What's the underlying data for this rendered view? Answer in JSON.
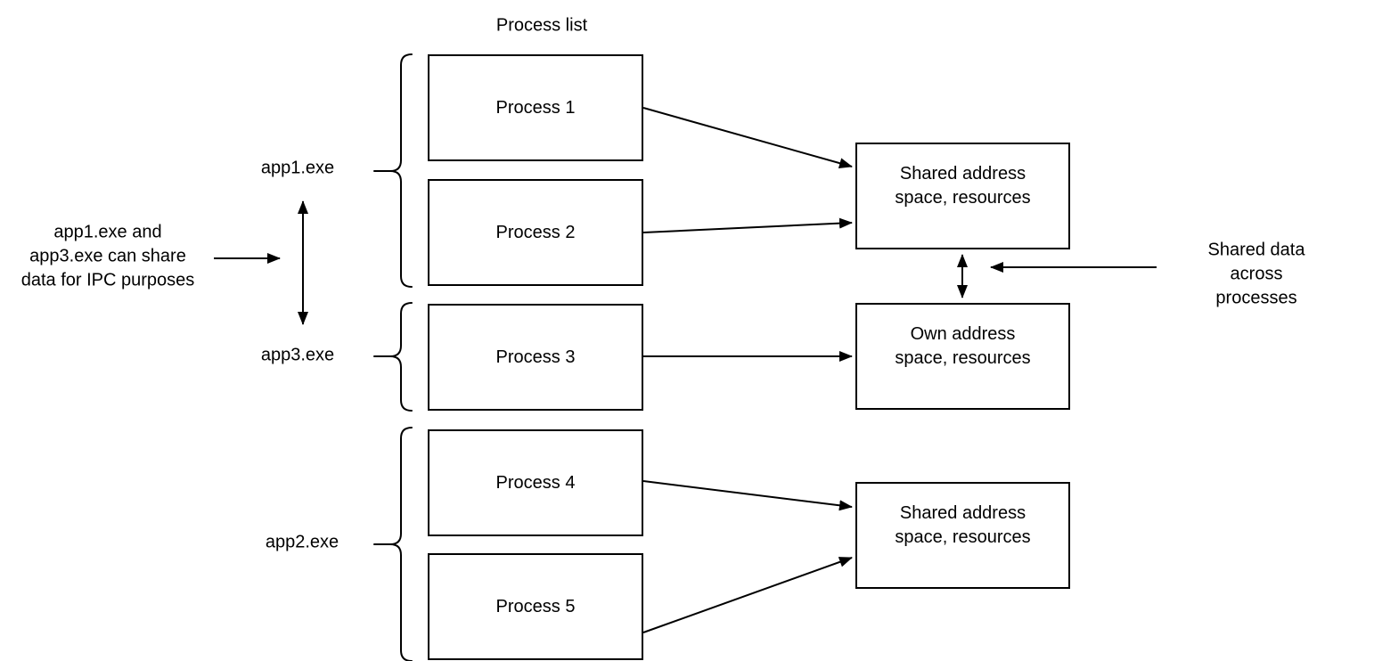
{
  "diagram": {
    "title": "Process list",
    "groups": [
      {
        "id": "app1",
        "label": "app1.exe",
        "members": [
          "Process 1",
          "Process 2"
        ]
      },
      {
        "id": "app3",
        "label": "app3.exe",
        "members": [
          "Process 3"
        ]
      },
      {
        "id": "app2",
        "label": "app2.exe",
        "members": [
          "Process 4",
          "Process 5"
        ]
      }
    ],
    "processes": [
      "Process 1",
      "Process 2",
      "Process 3",
      "Process 4",
      "Process 5"
    ],
    "memory_boxes": [
      "Shared address\nspace, resources",
      "Own address\nspace, resources",
      "Shared address\nspace, resources"
    ],
    "annotations": {
      "left": "app1.exe and\napp3.exe can share\ndata for IPC purposes",
      "right": "Shared data across\nprocesses"
    },
    "colors": {
      "line": "#000000",
      "background": "#ffffff",
      "box_fill": "#ffffff",
      "text": "#000000"
    }
  }
}
